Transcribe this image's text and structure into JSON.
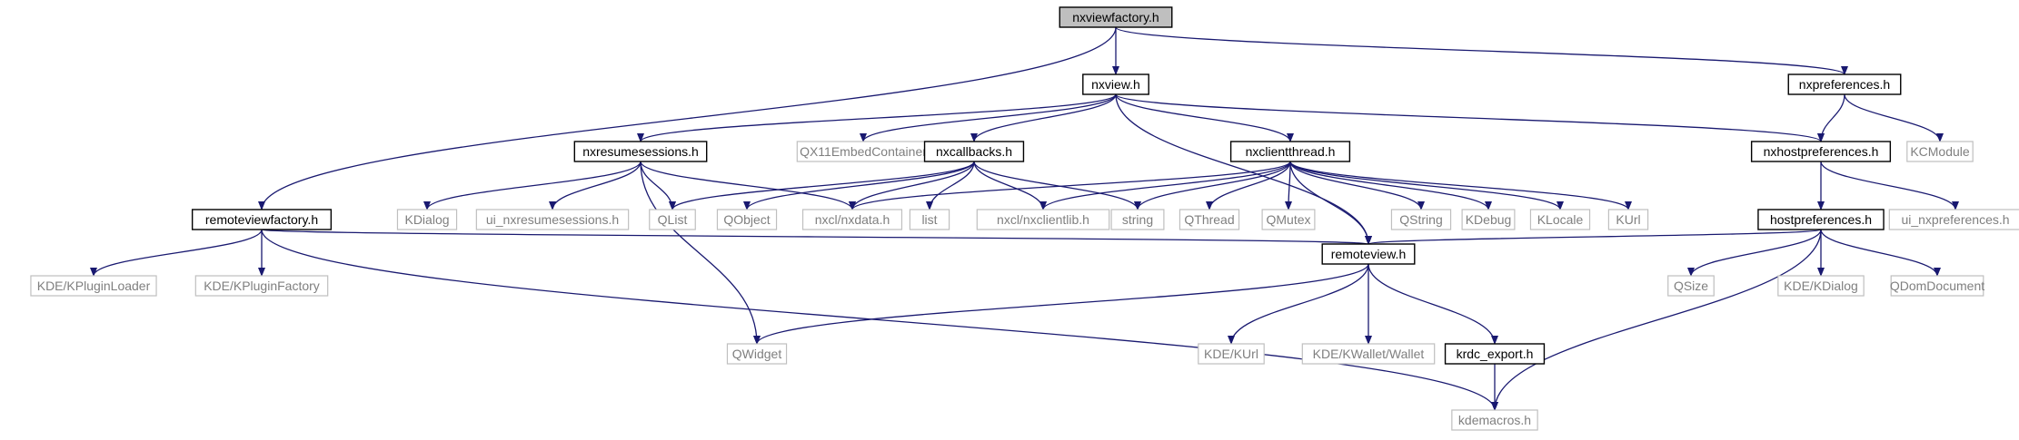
{
  "colors": {
    "edge": "#191970",
    "root_fill": "#bfbfbf",
    "internal_border": "#000000",
    "external_border": "#bfbfbf",
    "external_text": "#7f7f7f"
  },
  "nodes": [
    {
      "id": "nxviewfactory",
      "label": "nxviewfactory.h",
      "kind": "root"
    },
    {
      "id": "nxview",
      "label": "nxview.h",
      "kind": "internal"
    },
    {
      "id": "nxpreferences",
      "label": "nxpreferences.h",
      "kind": "internal"
    },
    {
      "id": "nxresumesessions",
      "label": "nxresumesessions.h",
      "kind": "internal"
    },
    {
      "id": "qx11embed",
      "label": "QX11EmbedContainer",
      "kind": "external"
    },
    {
      "id": "nxcallbacks",
      "label": "nxcallbacks.h",
      "kind": "internal"
    },
    {
      "id": "nxclientthread",
      "label": "nxclientthread.h",
      "kind": "internal"
    },
    {
      "id": "nxhostpreferences",
      "label": "nxhostpreferences.h",
      "kind": "internal"
    },
    {
      "id": "kcmodule",
      "label": "KCModule",
      "kind": "external"
    },
    {
      "id": "remoteviewfactory",
      "label": "remoteviewfactory.h",
      "kind": "internal"
    },
    {
      "id": "kdialog",
      "label": "KDialog",
      "kind": "external"
    },
    {
      "id": "ui_nxresume",
      "label": "ui_nxresumesessions.h",
      "kind": "external"
    },
    {
      "id": "qlist",
      "label": "QList",
      "kind": "external"
    },
    {
      "id": "qobject",
      "label": "QObject",
      "kind": "external"
    },
    {
      "id": "nxdata",
      "label": "nxcl/nxdata.h",
      "kind": "external"
    },
    {
      "id": "list",
      "label": "list",
      "kind": "external"
    },
    {
      "id": "nxclientlib",
      "label": "nxcl/nxclientlib.h",
      "kind": "external"
    },
    {
      "id": "string",
      "label": "string",
      "kind": "external"
    },
    {
      "id": "qthread",
      "label": "QThread",
      "kind": "external"
    },
    {
      "id": "qmutex",
      "label": "QMutex",
      "kind": "external"
    },
    {
      "id": "qstring",
      "label": "QString",
      "kind": "external"
    },
    {
      "id": "kdebug",
      "label": "KDebug",
      "kind": "external"
    },
    {
      "id": "klocale",
      "label": "KLocale",
      "kind": "external"
    },
    {
      "id": "kurl",
      "label": "KUrl",
      "kind": "external"
    },
    {
      "id": "hostpreferences",
      "label": "hostpreferences.h",
      "kind": "internal"
    },
    {
      "id": "ui_nxpreferences",
      "label": "ui_nxpreferences.h",
      "kind": "external"
    },
    {
      "id": "kpluginloader",
      "label": "KDE/KPluginLoader",
      "kind": "external"
    },
    {
      "id": "kpluginfactory",
      "label": "KDE/KPluginFactory",
      "kind": "external"
    },
    {
      "id": "remoteview",
      "label": "remoteview.h",
      "kind": "internal"
    },
    {
      "id": "qsize",
      "label": "QSize",
      "kind": "external"
    },
    {
      "id": "kdekdialog",
      "label": "KDE/KDialog",
      "kind": "external"
    },
    {
      "id": "qdomdocument",
      "label": "QDomDocument",
      "kind": "external"
    },
    {
      "id": "qwidget",
      "label": "QWidget",
      "kind": "external"
    },
    {
      "id": "kdekurl",
      "label": "KDE/KUrl",
      "kind": "external"
    },
    {
      "id": "kwallet",
      "label": "KDE/KWallet/Wallet",
      "kind": "external"
    },
    {
      "id": "krdcexport",
      "label": "krdc_export.h",
      "kind": "internal"
    },
    {
      "id": "kdemacros",
      "label": "kdemacros.h",
      "kind": "external"
    }
  ],
  "edges": [
    [
      "nxviewfactory",
      "nxview"
    ],
    [
      "nxviewfactory",
      "nxpreferences"
    ],
    [
      "nxviewfactory",
      "remoteviewfactory"
    ],
    [
      "nxview",
      "nxresumesessions"
    ],
    [
      "nxview",
      "qx11embed"
    ],
    [
      "nxview",
      "nxcallbacks"
    ],
    [
      "nxview",
      "nxclientthread"
    ],
    [
      "nxview",
      "nxhostpreferences"
    ],
    [
      "nxview",
      "remoteview"
    ],
    [
      "nxpreferences",
      "nxhostpreferences"
    ],
    [
      "nxpreferences",
      "kcmodule"
    ],
    [
      "nxresumesessions",
      "kdialog"
    ],
    [
      "nxresumesessions",
      "ui_nxresume"
    ],
    [
      "nxresumesessions",
      "qlist"
    ],
    [
      "nxresumesessions",
      "nxdata"
    ],
    [
      "nxresumesessions",
      "qwidget"
    ],
    [
      "nxcallbacks",
      "qlist"
    ],
    [
      "nxcallbacks",
      "qobject"
    ],
    [
      "nxcallbacks",
      "nxdata"
    ],
    [
      "nxcallbacks",
      "list"
    ],
    [
      "nxcallbacks",
      "nxclientlib"
    ],
    [
      "nxcallbacks",
      "string"
    ],
    [
      "nxclientthread",
      "nxdata"
    ],
    [
      "nxclientthread",
      "nxclientlib"
    ],
    [
      "nxclientthread",
      "string"
    ],
    [
      "nxclientthread",
      "qthread"
    ],
    [
      "nxclientthread",
      "qmutex"
    ],
    [
      "nxclientthread",
      "qstring"
    ],
    [
      "nxclientthread",
      "kdebug"
    ],
    [
      "nxclientthread",
      "klocale"
    ],
    [
      "nxclientthread",
      "kurl"
    ],
    [
      "nxclientthread",
      "remoteview"
    ],
    [
      "nxhostpreferences",
      "hostpreferences"
    ],
    [
      "nxhostpreferences",
      "ui_nxpreferences"
    ],
    [
      "remoteviewfactory",
      "kpluginloader"
    ],
    [
      "remoteviewfactory",
      "kpluginfactory"
    ],
    [
      "remoteviewfactory",
      "remoteview"
    ],
    [
      "remoteviewfactory",
      "kdemacros"
    ],
    [
      "hostpreferences",
      "remoteview"
    ],
    [
      "hostpreferences",
      "qsize"
    ],
    [
      "hostpreferences",
      "kdekdialog"
    ],
    [
      "hostpreferences",
      "qdomdocument"
    ],
    [
      "hostpreferences",
      "kdemacros"
    ],
    [
      "remoteview",
      "qwidget"
    ],
    [
      "remoteview",
      "kdekurl"
    ],
    [
      "remoteview",
      "kwallet"
    ],
    [
      "remoteview",
      "krdcexport"
    ],
    [
      "krdcexport",
      "kdemacros"
    ]
  ]
}
